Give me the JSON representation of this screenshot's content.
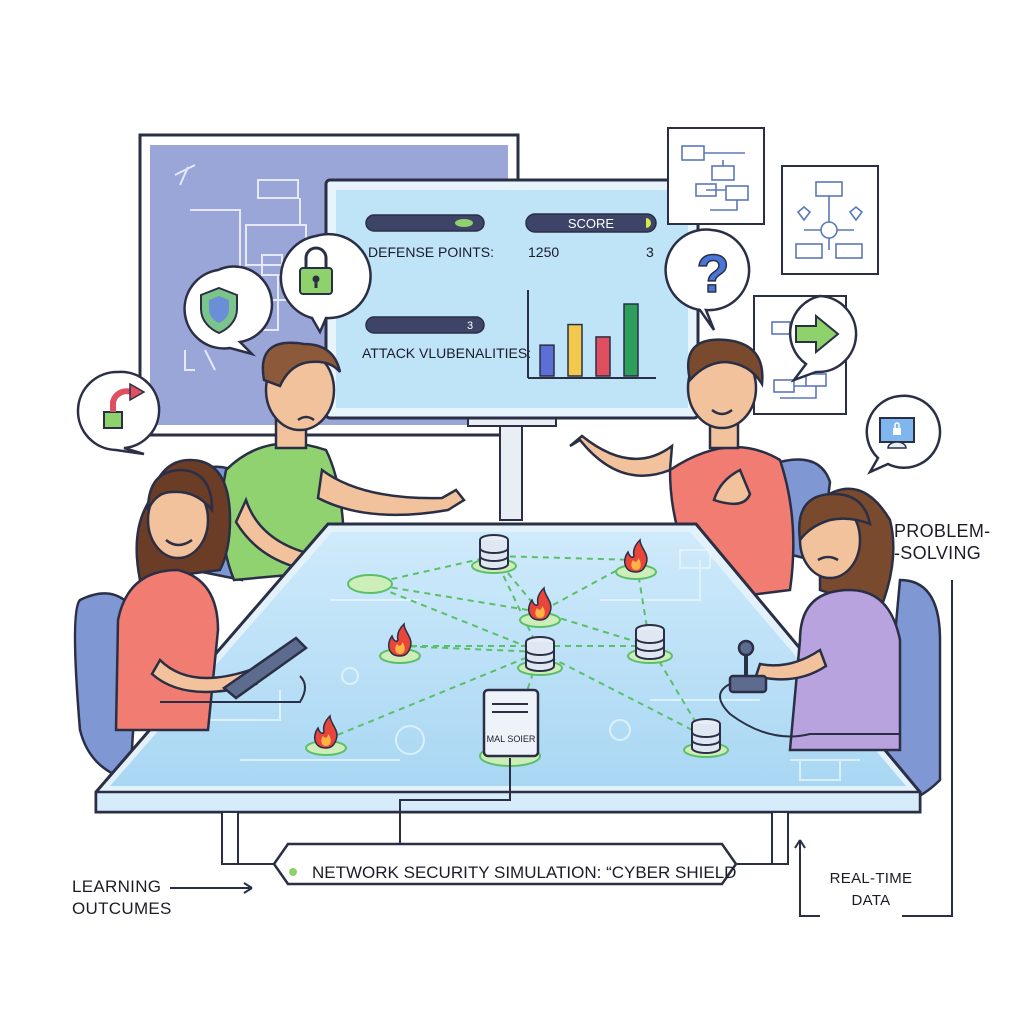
{
  "monitor": {
    "score_label": "SCORE",
    "defense_points_label": "DEFENSE POINTS:",
    "defense_points_value": "1250",
    "score_value": "3",
    "vulnerability_bar_value": "3",
    "attack_label": "ATTACK VLUBENALITIES:",
    "bar_chart": {
      "type": "bar",
      "values": [
        30,
        50,
        38,
        70
      ],
      "colors": [
        "#5b6fd6",
        "#f2c94c",
        "#e04f5f",
        "#2e9e5b"
      ]
    }
  },
  "table": {
    "server_label": "MAL SOIER"
  },
  "caption": {
    "title": "NETWORK SECURITY SIMULATION: “CYBER SHIELD"
  },
  "annotations": {
    "learning_line1": "LEARNING",
    "learning_line2": "OUTCUMES",
    "problem_line1": "PROBLEM-",
    "problem_line2": "-SOLVING",
    "realtime_line1": "REAL-TIME",
    "realtime_line2": "DATA"
  },
  "icons": [
    "shield-icon",
    "padlock-icon",
    "question-icon",
    "arrow-right-icon",
    "return-arrow-icon",
    "monitor-lock-icon",
    "fire-icon",
    "database-icon"
  ],
  "colors": {
    "screen": "#bfe3f7",
    "table": "#cbe9fb",
    "link": "#5bbf6a",
    "fire": "#e8463b"
  }
}
